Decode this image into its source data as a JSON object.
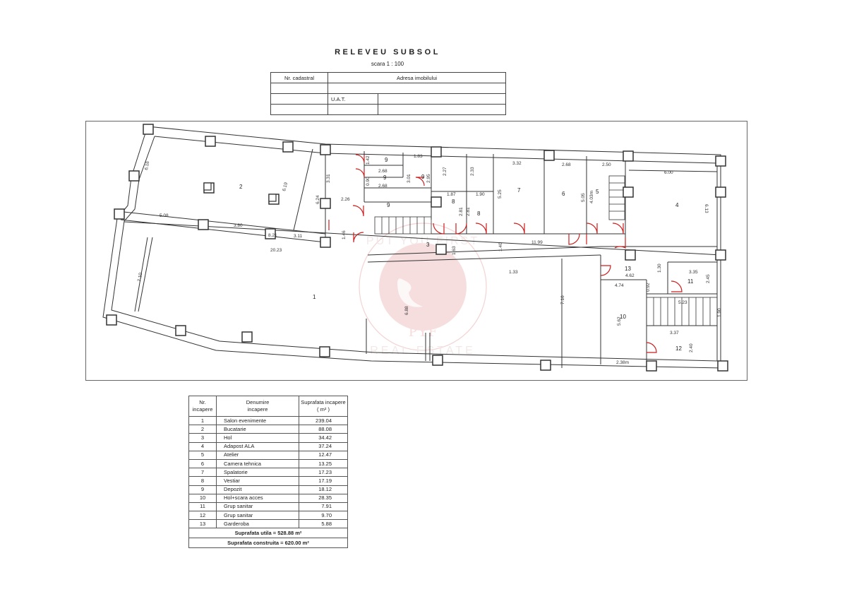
{
  "document": {
    "title": "RELEVEU SUBSOL",
    "scale": "scara  1 : 100"
  },
  "header_table": {
    "cadastral_label": "Nr. cadastral",
    "address_label": "Adresa imobilului",
    "uat_label": "U.A.T."
  },
  "floor_plan": {
    "room_labels": [
      "1",
      "2",
      "3",
      "4",
      "5",
      "6",
      "7",
      "8",
      "8",
      "9",
      "9",
      "9",
      "9",
      "10",
      "11",
      "12",
      "13"
    ],
    "dimensions": {
      "d_616": "6.16",
      "d_619": "6.19",
      "d_624": "6.24",
      "d_331": "3.31",
      "d_508": "5.08",
      "d_380": "3.80",
      "d_311": "3.11",
      "d_2023": "20.23",
      "d_710": "7.10",
      "d_146": "1.46",
      "d_226": "2.26",
      "d_142": "1.42",
      "d_268a": "2.68",
      "d_090": "0.90",
      "d_268b": "2.68",
      "d_183": "1.83",
      "d_301": "3.01",
      "d_295": "2.95",
      "d_227": "2.27",
      "d_233": "2.33",
      "d_187": "1.87",
      "d_190": "1.90",
      "d_281a": "2.81",
      "d_281b": "2.81",
      "d_821": "8.21",
      "d_163": "1.63",
      "d_140": "1.40",
      "d_1199": "11.99",
      "d_332": "3.32",
      "d_525": "5.25",
      "d_268c": "2.68",
      "d_505": "5.05",
      "d_250": "2.50",
      "d_403": "4.03m",
      "d_600": "6.00",
      "d_613": "6.13",
      "d_133": "1.33",
      "d_688": "6.88",
      "d_716": "7.16",
      "d_462": "4.62",
      "d_130": "1.30",
      "d_335": "3.35",
      "d_245": "2.45",
      "d_474": "4.74",
      "d_092": "0.92",
      "d_523": "5.23",
      "d_190b": "1.90",
      "d_562": "5.62",
      "d_337": "3.37",
      "d_240": "2.40",
      "d_238": "2.38m"
    },
    "watermark": {
      "top_text": "PUT YOU FIRST",
      "monogram": "PYF",
      "bottom_text": "REAL ESTATE",
      "color": "#e8a0a0"
    },
    "door_color": "#cc1f1f"
  },
  "rooms_table": {
    "headers": {
      "nr": "Nr. incapere",
      "nr_line1": "Nr.",
      "nr_line2": "incapere",
      "name_line1": "Denumire",
      "name_line2": "incapere",
      "area_line1": "Suprafata incapere",
      "area_line2": "( m² )"
    },
    "rows": [
      {
        "nr": "1",
        "name": "Salon evenimente",
        "area": "239.04"
      },
      {
        "nr": "2",
        "name": "Bucatarie",
        "area": "88.08"
      },
      {
        "nr": "3",
        "name": "Hol",
        "area": "34.42"
      },
      {
        "nr": "4",
        "name": "Adapost ALA",
        "area": "37.24"
      },
      {
        "nr": "5",
        "name": "Atelier",
        "area": "12.47"
      },
      {
        "nr": "6",
        "name": "Camera tehnica",
        "area": "13.25"
      },
      {
        "nr": "7",
        "name": "Spalatorie",
        "area": "17.23"
      },
      {
        "nr": "8",
        "name": "Vestiar",
        "area": "17.19"
      },
      {
        "nr": "9",
        "name": "Depozit",
        "area": "18.12"
      },
      {
        "nr": "10",
        "name": "Hol+scara acces",
        "area": "28.35"
      },
      {
        "nr": "11",
        "name": "Grup sanitar",
        "area": "7.91"
      },
      {
        "nr": "12",
        "name": "Grup sanitar",
        "area": "9.70"
      },
      {
        "nr": "13",
        "name": "Garderoba",
        "area": "5.88"
      }
    ],
    "total_useful": "Suprafata utila = 528.88 m²",
    "total_built": "Suprafata construita = 620.00 m²"
  }
}
